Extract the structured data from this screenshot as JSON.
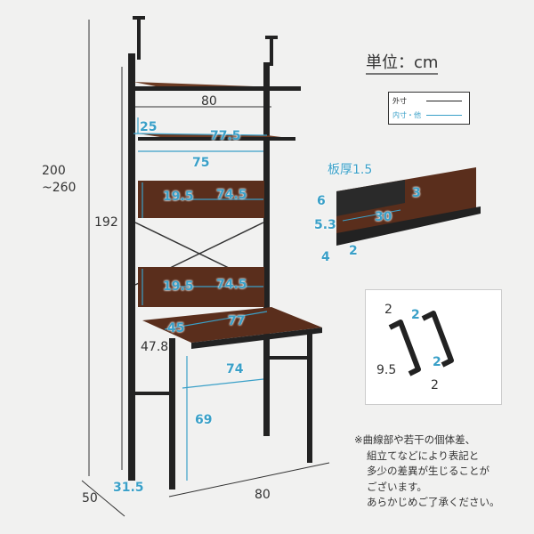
{
  "unit_label": "単位：cm",
  "legend": {
    "outer": "外寸",
    "inner": "内寸・他"
  },
  "colors": {
    "frame": "#222222",
    "wood": "#5a2e1c",
    "dimension_outer": "#222222",
    "dimension_inner": "#3aa0c8",
    "background": "#f1f1f0"
  },
  "main_dims": {
    "total_height": "200\n~260",
    "total_height_line1": "200",
    "total_height_line2": "~260",
    "frame_height": "192",
    "top_shelf_width": "80",
    "shelf_depth": "25",
    "shelf2_width": "77.5",
    "inner_width": "75",
    "panel1_height": "19.5",
    "panel1_width": "74.5",
    "panel2_height": "19.5",
    "panel2_width": "74.5",
    "desk_depth_inner": "45",
    "desk_width_inner": "77",
    "desk_depth": "47.8",
    "under_desk_width": "74",
    "desk_height": "69",
    "base_depth_inner": "31.5",
    "base_depth": "50",
    "base_width": "80"
  },
  "tray_detail": {
    "thickness": "板厚1.5",
    "height": "6",
    "lip": "3",
    "depth": "5.3",
    "width": "30",
    "bottom_a": "4",
    "bottom_b": "2"
  },
  "hook_detail": {
    "top_a": "2",
    "top_b": "2",
    "height": "9.5",
    "side": "2",
    "bottom": "2"
  },
  "note": [
    "※曲線部や若干の個体差、",
    "組立てなどにより表記と",
    "多少の差異が生じることが",
    "ございます。",
    "あらかじめご了承ください。"
  ]
}
